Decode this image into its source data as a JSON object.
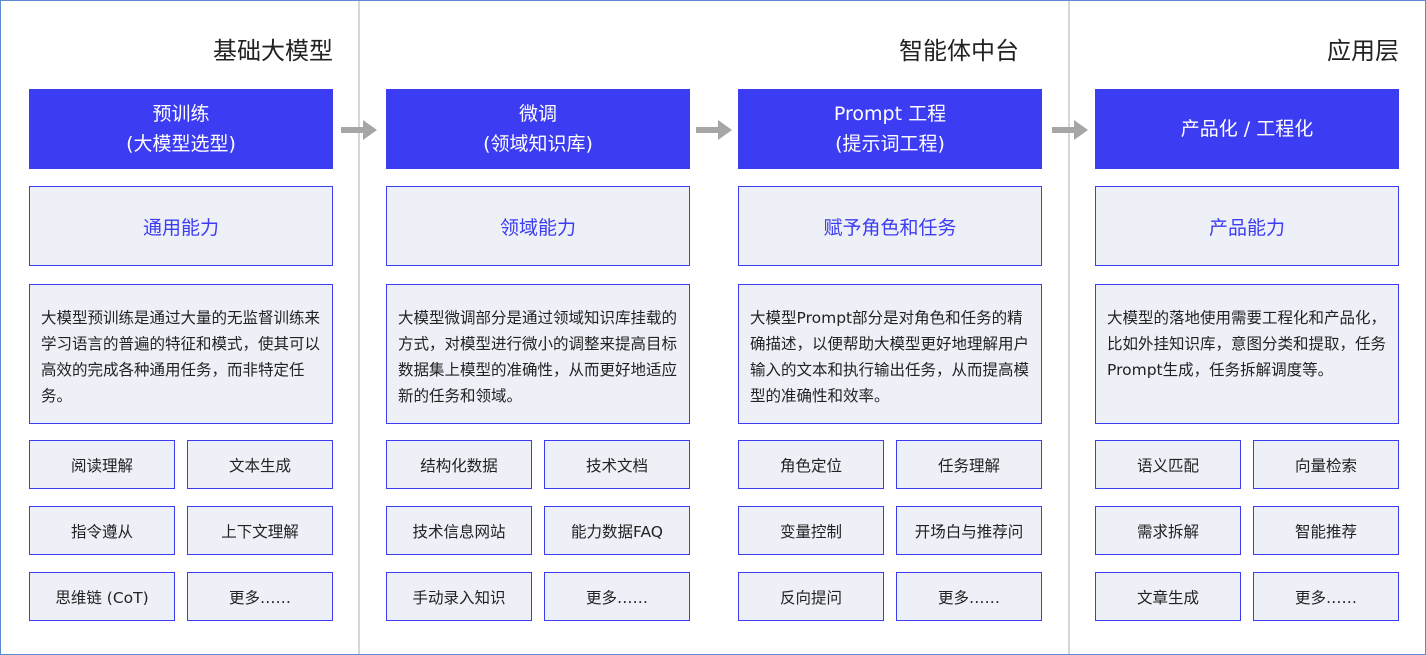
{
  "sections": {
    "foundation": "基础大模型",
    "agent_platform": "智能体中台",
    "application": "应用层"
  },
  "columns": [
    {
      "head_line1": "预训练",
      "head_line2": "(大模型选型)",
      "ability": "通用能力",
      "description": "大模型预训练是通过大量的无监督训练来学习语言的普遍的特征和模式，使其可以高效的完成各种通用任务，而非特定任务。",
      "tags": [
        "阅读理解",
        "文本生成",
        "指令遵从",
        "上下文理解",
        "思维链 (CoT)",
        "更多……"
      ]
    },
    {
      "head_line1": "微调",
      "head_line2": "(领域知识库)",
      "ability": "领域能力",
      "description": "大模型微调部分是通过领域知识库挂载的方式，对模型进行微小的调整来提高目标数据集上模型的准确性，从而更好地适应新的任务和领域。",
      "tags": [
        "结构化数据",
        "技术文档",
        "技术信息网站",
        "能力数据FAQ",
        "手动录入知识",
        "更多……"
      ]
    },
    {
      "head_line1": "Prompt 工程",
      "head_line2": "(提示词工程)",
      "ability": "赋予角色和任务",
      "description": "大模型Prompt部分是对角色和任务的精确描述，以便帮助大模型更好地理解用户输入的文本和执行输出任务，从而提高模型的准确性和效率。",
      "tags": [
        "角色定位",
        "任务理解",
        "变量控制",
        "开场白与推荐问",
        "反向提问",
        "更多……"
      ]
    },
    {
      "head_line1": "产品化 / 工程化",
      "head_line2": "",
      "ability": "产品能力",
      "description": "大模型的落地使用需要工程化和产品化，比如外挂知识库，意图分类和提取，任务Prompt生成，任务拆解调度等。",
      "tags": [
        "语义匹配",
        "向量检索",
        "需求拆解",
        "智能推荐",
        "文章生成",
        "更多……"
      ]
    }
  ],
  "colors": {
    "primary": "#3c3cf2",
    "card_bg": "#eef0f8",
    "arrow": "#a6a6a6",
    "divider": "#d6d6d6",
    "frame": "#5b8bd0"
  },
  "icons": {
    "flow_arrow": "arrow-right-icon"
  }
}
